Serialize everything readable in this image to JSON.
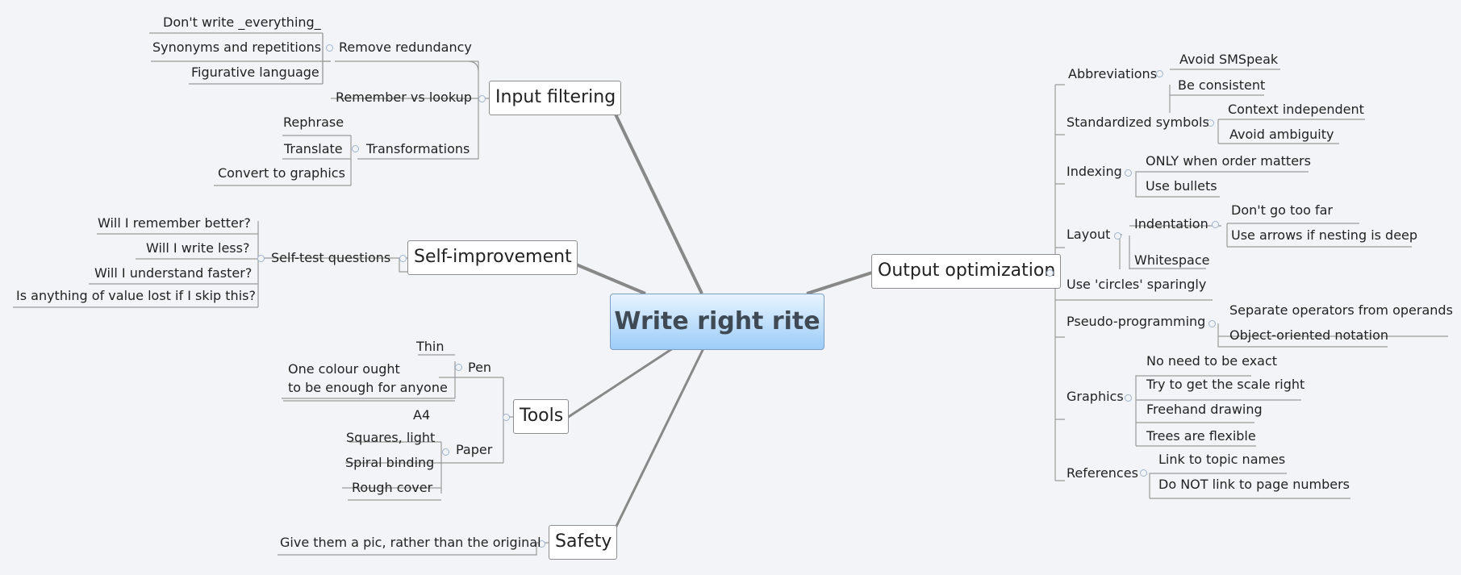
{
  "central": "Write right rite",
  "topics": {
    "input_filtering": "Input filtering",
    "self_improvement": "Self-improvement",
    "tools": "Tools",
    "safety": "Safety",
    "output_optimization": "Output optimization"
  },
  "left": {
    "remove_redundancy": "Remove redundancy",
    "dont_write_everything": "Don't write _everything_",
    "synonyms": "Synonyms and repetitions",
    "figurative": "Figurative language",
    "remember_vs_lookup": "Remember vs lookup",
    "transformations": "Transformations",
    "rephrase": "Rephrase",
    "translate": "Translate",
    "convert_graphics": "Convert to graphics",
    "self_test": "Self-test questions",
    "q1": "Will I remember better?",
    "q2": "Will I write less?",
    "q3": "Will I understand faster?",
    "q4": "Is anything of value lost if I skip this?",
    "pen": "Pen",
    "thin": "Thin",
    "one_colour_1": "One colour ought",
    "one_colour_2": "to be enough for anyone",
    "paper": "Paper",
    "a4": "A4",
    "squares": "Squares, light",
    "spiral": "Spiral binding",
    "rough": "Rough cover",
    "give_pic": "Give them a pic, rather than the original"
  },
  "right": {
    "abbreviations": "Abbreviations",
    "avoid_smspeak": "Avoid SMSpeak",
    "be_consistent": "Be consistent",
    "standardized": "Standardized symbols",
    "context_independent": "Context independent",
    "avoid_ambiguity": "Avoid ambiguity",
    "indexing": "Indexing",
    "only_when_order": "ONLY when order matters",
    "use_bullets": "Use bullets",
    "layout": "Layout",
    "indentation": "Indentation",
    "dont_go_far": "Don't go too far",
    "use_arrows": "Use arrows if nesting is deep",
    "whitespace": "Whitespace",
    "circles": "Use 'circles' sparingly",
    "pseudo": "Pseudo-programming",
    "separate_ops": "Separate operators from operands",
    "object_oriented": "Object-oriented notation",
    "graphics": "Graphics",
    "no_need_exact": "No need to be exact",
    "scale_right": "Try to get the scale right",
    "freehand": "Freehand drawing",
    "trees_flexible": "Trees are flexible",
    "references": "References",
    "link_topic": "Link to topic names",
    "do_not_link": "Do NOT link to page numbers"
  }
}
